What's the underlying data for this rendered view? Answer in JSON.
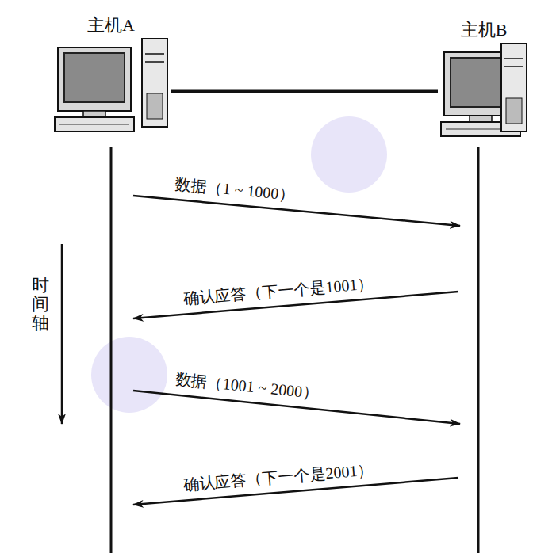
{
  "diagram": {
    "nodes": [
      {
        "text": [
          "主机A"
        ]
      },
      {
        "text": [
          "主机B"
        ]
      }
    ],
    "edges": [
      {
        "from": 0,
        "to": 1,
        "arrow": "none"
      }
    ],
    "labels": [
      "数据（1 ~ 1000）",
      "确认应答（下一个是1001）",
      "数据（1001 ~ 2000）",
      "确认应答（下一个是2001）",
      "时间轴"
    ]
  }
}
